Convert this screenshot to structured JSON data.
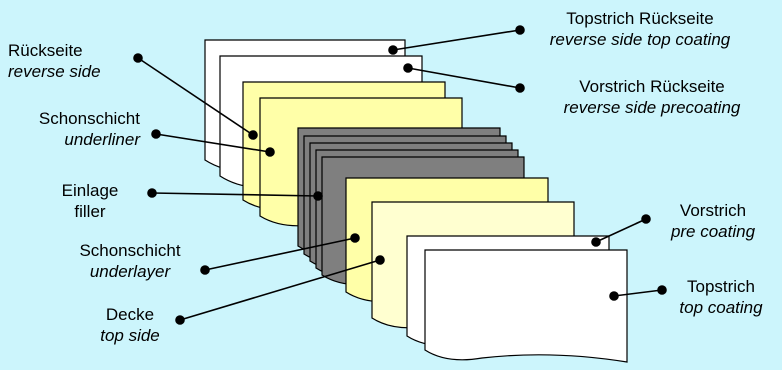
{
  "labels": {
    "reverse_side": {
      "de": "Rückseite",
      "en": "reverse side"
    },
    "underliner": {
      "de": "Schonschicht",
      "en": "underliner"
    },
    "filler": {
      "de": "Einlage",
      "en": "filler"
    },
    "underlayer": {
      "de": "Schonschicht",
      "en": "underlayer"
    },
    "top_side": {
      "de": "Decke",
      "en": "top side"
    },
    "reverse_top_coating": {
      "de": "Topstrich Rückseite",
      "en": "reverse side top coating"
    },
    "reverse_precoating": {
      "de": "Vorstrich Rückseite",
      "en": "reverse side precoating"
    },
    "pre_coating": {
      "de": "Vorstrich",
      "en": "pre coating"
    },
    "top_coating": {
      "de": "Topstrich",
      "en": "top coating"
    }
  },
  "colors": {
    "background": "#ccf5fc",
    "white_sheet": "#ffffff",
    "yellow_sheet": "#ffffa8",
    "light_yellow_sheet": "#ffffd0",
    "grey_sheet": "#7f7f7f",
    "line": "#000000"
  }
}
